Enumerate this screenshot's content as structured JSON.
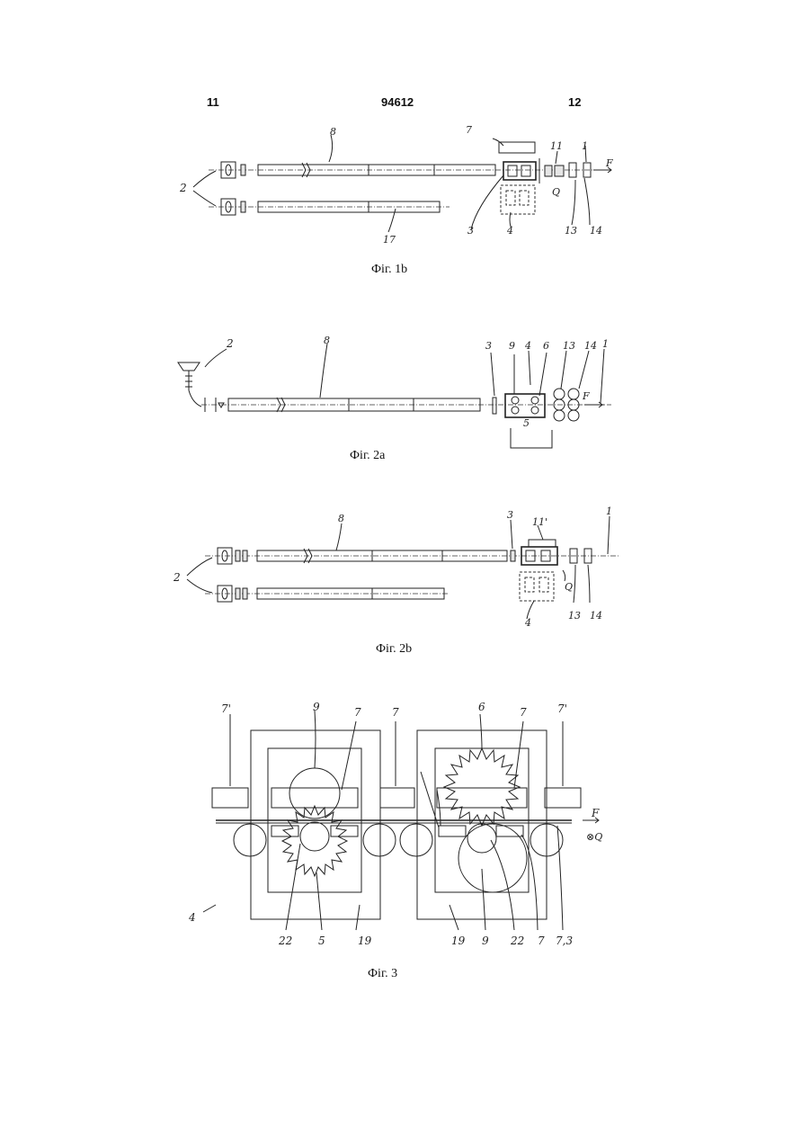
{
  "header": {
    "page_left": "11",
    "patent_number": "94612",
    "page_right": "12"
  },
  "figures": [
    {
      "id": "fig1b",
      "caption": "Фіг. 1b",
      "labels": [
        "8",
        "7",
        "11",
        "1",
        "F",
        "Q",
        "2",
        "3",
        "4",
        "17",
        "13",
        "14"
      ]
    },
    {
      "id": "fig2a",
      "caption": "Фіг. 2a",
      "labels": [
        "2",
        "8",
        "3",
        "9",
        "4",
        "6",
        "13",
        "14",
        "1",
        "F",
        "5"
      ]
    },
    {
      "id": "fig2b",
      "caption": "Фіг. 2b",
      "labels": [
        "8",
        "3",
        "11'",
        "1",
        "2",
        "Q",
        "4",
        "13",
        "14"
      ]
    },
    {
      "id": "fig3",
      "caption": "Фіг. 3",
      "labels": [
        "7'",
        "9",
        "7",
        "7",
        "6",
        "7",
        "7'",
        "F",
        "⊗Q",
        "4",
        "22",
        "5",
        "19",
        "19",
        "9",
        "22",
        "7",
        "7,3"
      ]
    }
  ]
}
